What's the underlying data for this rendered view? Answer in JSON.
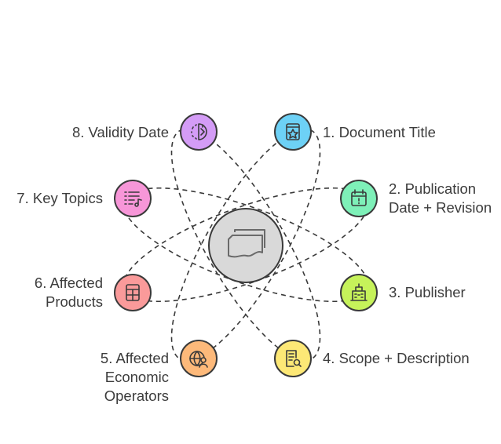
{
  "diagram": {
    "center_icon": "document-icon",
    "items": [
      {
        "id": "document-title",
        "lines": [
          "1. Document Title"
        ],
        "icon": "star-document-icon",
        "color": "#6dd1f6"
      },
      {
        "id": "publication-date",
        "lines": [
          "2. Publication",
          "Date + Revision"
        ],
        "icon": "calendar-alert-icon",
        "color": "#7ef0b8"
      },
      {
        "id": "publisher",
        "lines": [
          "3. Publisher"
        ],
        "icon": "building-icon",
        "color": "#c6f25a"
      },
      {
        "id": "scope",
        "lines": [
          "4. Scope + Description"
        ],
        "icon": "document-search-icon",
        "color": "#fde876"
      },
      {
        "id": "economic-operators",
        "lines": [
          "5. Affected",
          "Economic",
          "Operators"
        ],
        "icon": "globe-person-icon",
        "color": "#fdb97a"
      },
      {
        "id": "affected-products",
        "lines": [
          "6. Affected",
          "Products"
        ],
        "icon": "calculator-icon",
        "color": "#fa9a9a"
      },
      {
        "id": "key-topics",
        "lines": [
          "7. Key Topics"
        ],
        "icon": "list-music-icon",
        "color": "#f796d8"
      },
      {
        "id": "validity-date",
        "lines": [
          "8. Validity Date"
        ],
        "icon": "half-dashed-icon",
        "color": "#d49cf6"
      }
    ]
  }
}
